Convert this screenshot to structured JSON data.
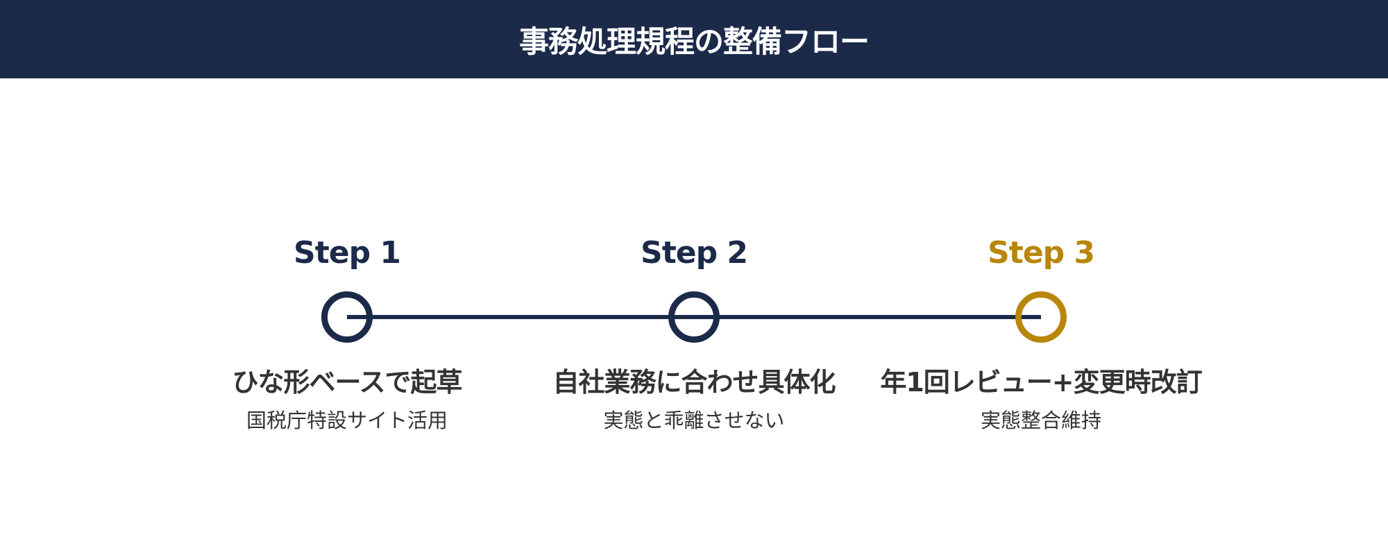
{
  "header": {
    "title": "事務処理規程の整備フロー",
    "background": "#1c2a4a"
  },
  "colors": {
    "primary": "#1c2a4a",
    "accent": "#b8860b",
    "text": "#333333"
  },
  "steps": [
    {
      "label": "Step 1",
      "title": "ひな形ベースで起草",
      "subtitle": "国税庁特設サイト活用",
      "color": "#1c2a4a",
      "icon": "circle-node-icon"
    },
    {
      "label": "Step 2",
      "title": "自社業務に合わせ具体化",
      "subtitle": "実態と乖離させない",
      "color": "#1c2a4a",
      "icon": "circle-node-icon"
    },
    {
      "label": "Step 3",
      "title": "年1回レビュー+変更時改訂",
      "subtitle": "実態整合維持",
      "color": "#b8860b",
      "icon": "circle-node-icon"
    }
  ]
}
